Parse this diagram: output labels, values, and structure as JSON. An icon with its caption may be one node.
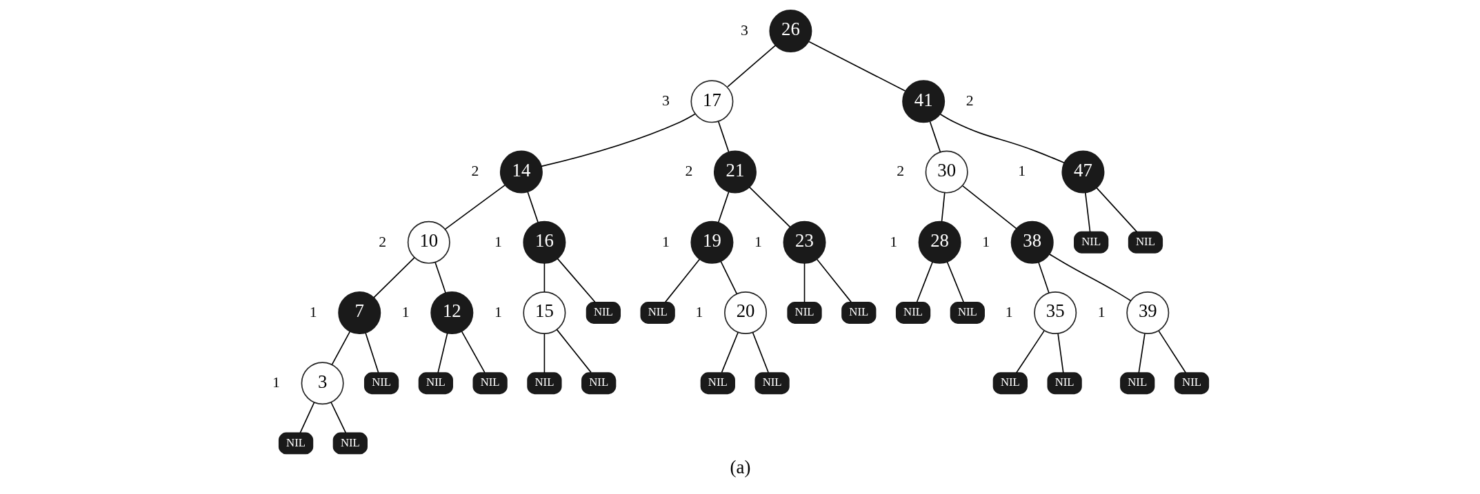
{
  "diagram": {
    "caption": "(a)",
    "nodes": [
      {
        "text": [
          "26"
        ],
        "beside": [
          "3"
        ]
      },
      {
        "text": [
          "17"
        ],
        "beside": [
          "3"
        ]
      },
      {
        "text": [
          "41"
        ],
        "beside": [
          "2"
        ]
      },
      {
        "text": [
          "14"
        ],
        "beside": [
          "2"
        ]
      },
      {
        "text": [
          "21"
        ],
        "beside": [
          "2"
        ]
      },
      {
        "text": [
          "30"
        ],
        "beside": [
          "2"
        ]
      },
      {
        "text": [
          "47"
        ],
        "beside": [
          "1"
        ]
      },
      {
        "text": [
          "10"
        ],
        "beside": [
          "2"
        ]
      },
      {
        "text": [
          "16"
        ],
        "beside": [
          "1"
        ]
      },
      {
        "text": [
          "19"
        ],
        "beside": [
          "1"
        ]
      },
      {
        "text": [
          "23"
        ],
        "beside": [
          "1"
        ]
      },
      {
        "text": [
          "28"
        ],
        "beside": [
          "1"
        ]
      },
      {
        "text": [
          "38"
        ],
        "beside": [
          "1"
        ]
      },
      {
        "text": [
          "NIL"
        ]
      },
      {
        "text": [
          "NIL"
        ]
      },
      {
        "text": [
          "7"
        ],
        "beside": [
          "1"
        ]
      },
      {
        "text": [
          "12"
        ],
        "beside": [
          "1"
        ]
      },
      {
        "text": [
          "15"
        ],
        "beside": [
          "1"
        ]
      },
      {
        "text": [
          "NIL"
        ]
      },
      {
        "text": [
          "NIL"
        ]
      },
      {
        "text": [
          "20"
        ],
        "beside": [
          "1"
        ]
      },
      {
        "text": [
          "NIL"
        ]
      },
      {
        "text": [
          "NIL"
        ]
      },
      {
        "text": [
          "NIL"
        ]
      },
      {
        "text": [
          "NIL"
        ]
      },
      {
        "text": [
          "35"
        ],
        "beside": [
          "1"
        ]
      },
      {
        "text": [
          "39"
        ],
        "beside": [
          "1"
        ]
      },
      {
        "text": [
          "3"
        ],
        "beside": [
          "1"
        ]
      },
      {
        "text": [
          "NIL"
        ]
      },
      {
        "text": [
          "NIL"
        ]
      },
      {
        "text": [
          "NIL"
        ]
      },
      {
        "text": [
          "NIL"
        ]
      },
      {
        "text": [
          "NIL"
        ]
      },
      {
        "text": [
          "NIL"
        ]
      },
      {
        "text": [
          "NIL"
        ]
      },
      {
        "text": [
          "NIL"
        ]
      },
      {
        "text": [
          "NIL"
        ]
      },
      {
        "text": [
          "NIL"
        ]
      },
      {
        "text": [
          "NIL"
        ]
      },
      {
        "text": [
          "NIL"
        ]
      },
      {
        "text": [
          "NIL"
        ]
      }
    ],
    "edges": [
      {
        "from": 0,
        "to": 1,
        "arrow": "none"
      },
      {
        "from": 0,
        "to": 2,
        "arrow": "none"
      },
      {
        "from": 1,
        "to": 3,
        "arrow": "none"
      },
      {
        "from": 1,
        "to": 4,
        "arrow": "none"
      },
      {
        "from": 2,
        "to": 5,
        "arrow": "none"
      },
      {
        "from": 2,
        "to": 6,
        "arrow": "none"
      },
      {
        "from": 3,
        "to": 7,
        "arrow": "none"
      },
      {
        "from": 3,
        "to": 8,
        "arrow": "none"
      },
      {
        "from": 4,
        "to": 9,
        "arrow": "none"
      },
      {
        "from": 4,
        "to": 10,
        "arrow": "none"
      },
      {
        "from": 5,
        "to": 11,
        "arrow": "none"
      },
      {
        "from": 5,
        "to": 12,
        "arrow": "none"
      },
      {
        "from": 6,
        "to": 13,
        "arrow": "none"
      },
      {
        "from": 6,
        "to": 14,
        "arrow": "none"
      },
      {
        "from": 7,
        "to": 15,
        "arrow": "none"
      },
      {
        "from": 7,
        "to": 16,
        "arrow": "none"
      },
      {
        "from": 8,
        "to": 17,
        "arrow": "none"
      },
      {
        "from": 8,
        "to": 18,
        "arrow": "none"
      },
      {
        "from": 9,
        "to": 19,
        "arrow": "none"
      },
      {
        "from": 9,
        "to": 20,
        "arrow": "none"
      },
      {
        "from": 10,
        "to": 21,
        "arrow": "none"
      },
      {
        "from": 10,
        "to": 22,
        "arrow": "none"
      },
      {
        "from": 11,
        "to": 23,
        "arrow": "none"
      },
      {
        "from": 11,
        "to": 24,
        "arrow": "none"
      },
      {
        "from": 12,
        "to": 25,
        "arrow": "none"
      },
      {
        "from": 12,
        "to": 26,
        "arrow": "none"
      },
      {
        "from": 15,
        "to": 27,
        "arrow": "none"
      },
      {
        "from": 15,
        "to": 28,
        "arrow": "none"
      },
      {
        "from": 16,
        "to": 29,
        "arrow": "none"
      },
      {
        "from": 16,
        "to": 30,
        "arrow": "none"
      },
      {
        "from": 17,
        "to": 31,
        "arrow": "none"
      },
      {
        "from": 17,
        "to": 32,
        "arrow": "none"
      },
      {
        "from": 20,
        "to": 33,
        "arrow": "none"
      },
      {
        "from": 20,
        "to": 34,
        "arrow": "none"
      },
      {
        "from": 25,
        "to": 35,
        "arrow": "none"
      },
      {
        "from": 25,
        "to": 36,
        "arrow": "none"
      },
      {
        "from": 26,
        "to": 37,
        "arrow": "none"
      },
      {
        "from": 26,
        "to": 38,
        "arrow": "none"
      },
      {
        "from": 27,
        "to": 39,
        "arrow": "none"
      },
      {
        "from": 27,
        "to": 40,
        "arrow": "none"
      }
    ]
  }
}
